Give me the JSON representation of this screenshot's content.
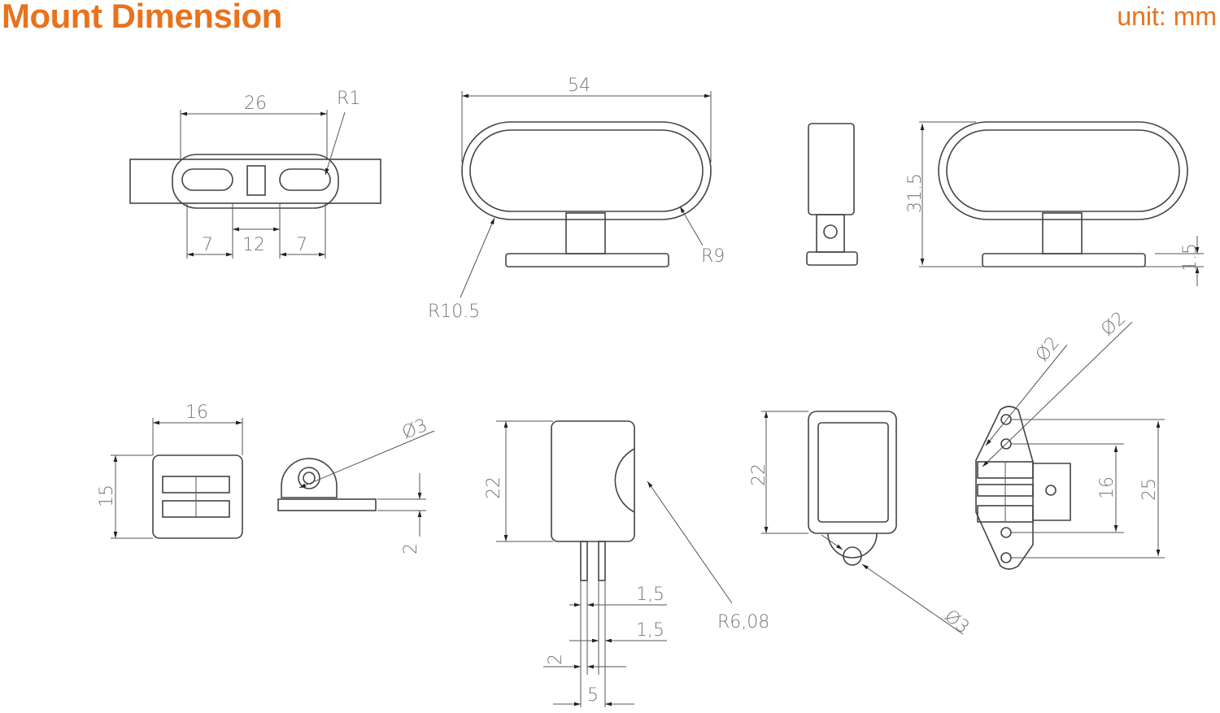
{
  "header": {
    "title": "Mount Dimension",
    "unit": "unit:  mm"
  },
  "colors": {
    "accent": "#e8731c",
    "line": "#444444",
    "label": "#777777"
  },
  "dimensions": {
    "top_view": {
      "width": "26",
      "radius": "R1",
      "slot_left": "7",
      "gap": "12",
      "slot_right": "7"
    },
    "front_view": {
      "width": "54",
      "outer_radius": "R10.5",
      "inner_radius": "R9"
    },
    "side_view": {
      "height": "31.5",
      "base": "1.5"
    },
    "clip_front": {
      "width": "16",
      "height": "15"
    },
    "clip_side": {
      "hole": "Ø3",
      "thickness": "2"
    },
    "sensor_side": {
      "height": "22",
      "radius": "R6,08",
      "pin1": "1,5",
      "pin2": "1,5",
      "pin_width": "2",
      "pin_spacing": "5"
    },
    "sensor_back": {
      "height": "22",
      "hole": "Ø3"
    },
    "bracket": {
      "hole_a": "Ø2",
      "hole_b": "Ø2",
      "inner": "16",
      "outer": "25"
    }
  }
}
